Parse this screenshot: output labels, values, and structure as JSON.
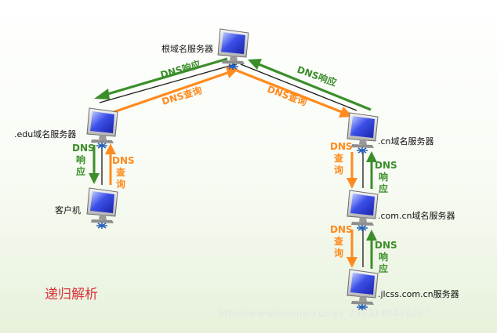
{
  "title": "递归解析",
  "watermark": "http://www.leixing.xyz/qq_1583148461237",
  "colors": {
    "response": "#3b8e2a",
    "query": "#ff8a1e",
    "line": "#1a1a1a"
  },
  "nodes": {
    "root": {
      "label": "根域名服务器",
      "icon": "server-monitor-icon"
    },
    "edu": {
      "label": ".edu域名服务器",
      "icon": "server-monitor-icon"
    },
    "client": {
      "label": "客户机",
      "icon": "computer-monitor-icon"
    },
    "cn": {
      "label": ".cn域名服务器",
      "icon": "server-monitor-icon"
    },
    "comcn": {
      "label": ".com.cn域名服务器",
      "icon": "server-monitor-icon"
    },
    "jlcss": {
      "label": ".jlcss.com.cn服务器",
      "icon": "server-monitor-icon"
    }
  },
  "arrows": {
    "root_to_edu": {
      "label": "DNS响应",
      "kind": "response"
    },
    "edu_to_root": {
      "label": "DNS查询",
      "kind": "query"
    },
    "root_to_cn": {
      "label": "DNS查询",
      "kind": "query"
    },
    "cn_to_root": {
      "label": "DNS响应",
      "kind": "response"
    },
    "edu_to_client": {
      "label_1": "DNS",
      "label_2": "响",
      "label_3": "应",
      "kind": "response"
    },
    "client_to_edu": {
      "label_1": "DNS",
      "label_2": "查",
      "label_3": "询",
      "kind": "query"
    },
    "cn_to_comcn": {
      "label_1": "DNS",
      "label_2": "查",
      "label_3": "询",
      "kind": "query"
    },
    "comcn_to_cn": {
      "label_1": "DNS",
      "label_2": "响",
      "label_3": "应",
      "kind": "response"
    },
    "comcn_to_jlcss": {
      "label_1": "DNS",
      "label_2": "查",
      "label_3": "询",
      "kind": "query"
    },
    "jlcss_to_comcn": {
      "label_1": "DNS",
      "label_2": "响",
      "label_3": "应",
      "kind": "response"
    }
  }
}
